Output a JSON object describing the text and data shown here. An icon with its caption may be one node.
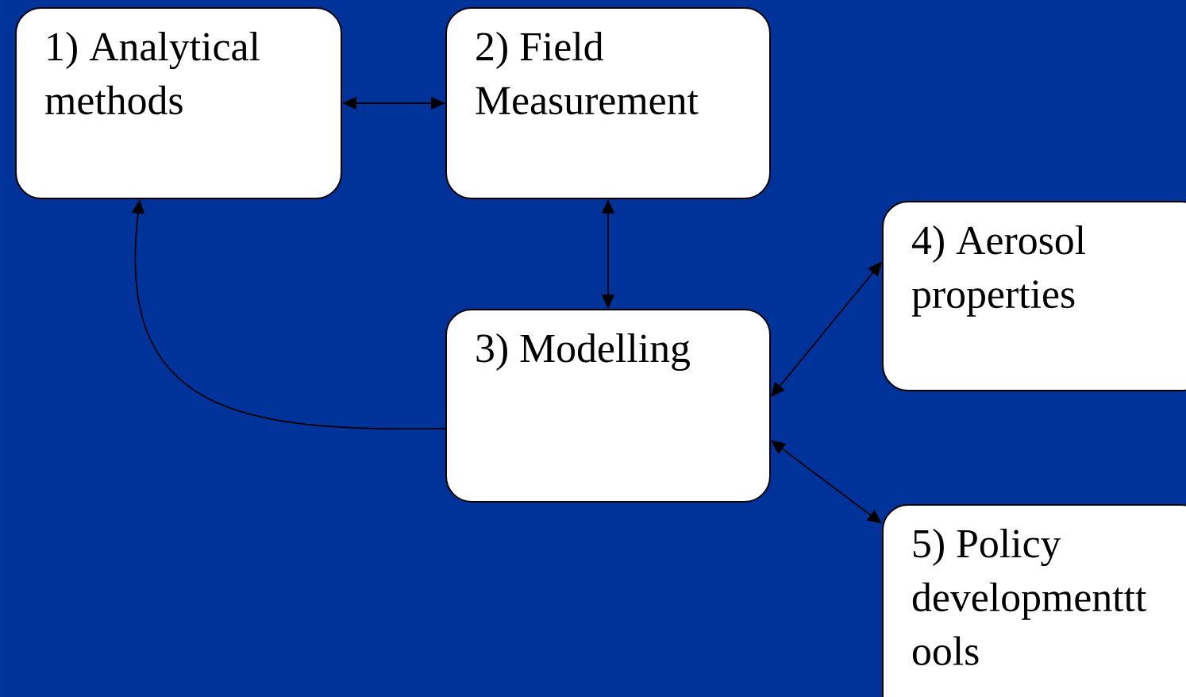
{
  "diagram": {
    "nodes": [
      {
        "text": [
          "1) Analytical methods"
        ]
      },
      {
        "text": [
          "2) Field Measurement"
        ]
      },
      {
        "text": [
          "3) Modelling"
        ]
      },
      {
        "text": [
          "4) Aerosol properties"
        ]
      },
      {
        "text": [
          "5) Policy developmenttt ools"
        ]
      }
    ],
    "edges": [
      {
        "from": 0,
        "to": 1,
        "arrow": "both"
      },
      {
        "from": 1,
        "to": 2,
        "arrow": "both"
      },
      {
        "from": 2,
        "to": 0,
        "arrow": "to"
      },
      {
        "from": 2,
        "to": 3,
        "arrow": "both"
      },
      {
        "from": 2,
        "to": 4,
        "arrow": "both"
      }
    ]
  }
}
